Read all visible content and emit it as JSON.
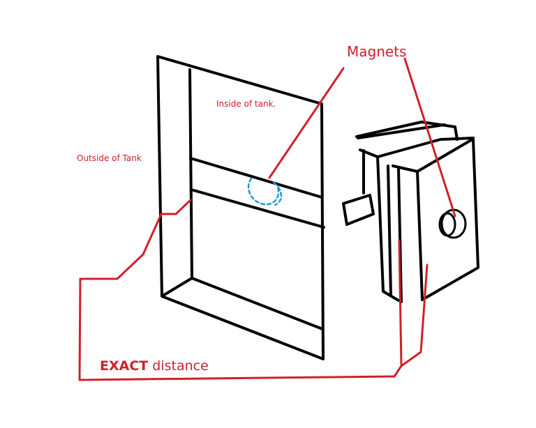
{
  "labels": {
    "magnets": "Magnets",
    "inside_tank": "Inside of tank.",
    "outside_tank": "Outside of Tank",
    "distance_strong": "EXACT",
    "distance_rest": " distance"
  },
  "colors": {
    "ink": "#000000",
    "annotation": "#d0202a",
    "magnet_outline": "#1e9bd7"
  }
}
